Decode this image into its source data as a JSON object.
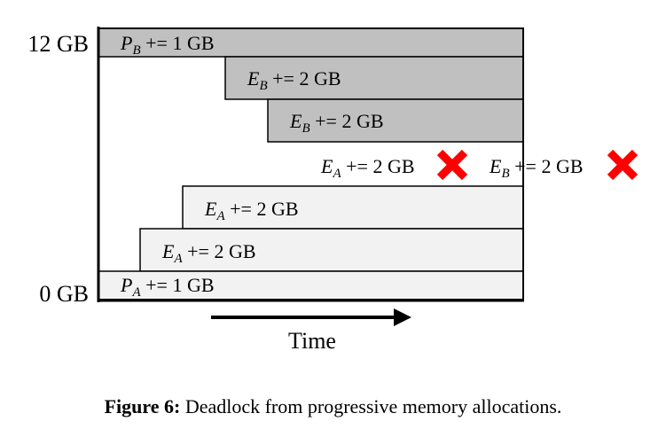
{
  "axis": {
    "top_label": "12 GB",
    "bottom_label": "0 GB",
    "time_label": "Time"
  },
  "colors": {
    "process_b_fill": "#c0c0c0",
    "process_a_fill": "#f2f2f2",
    "outline": "#000000",
    "failure_mark": "#ff0000"
  },
  "allocations": [
    {
      "var": "P",
      "sub": "B",
      "op": " += 1 GB",
      "owner": "B",
      "row": 0
    },
    {
      "var": "E",
      "sub": "B",
      "op": " += 2 GB",
      "owner": "B",
      "row": 1
    },
    {
      "var": "E",
      "sub": "B",
      "op": " += 2 GB",
      "owner": "B",
      "row": 2
    },
    {
      "var": "E",
      "sub": "A",
      "op": " += 2 GB",
      "owner": "A",
      "row": 4
    },
    {
      "var": "E",
      "sub": "A",
      "op": " += 2 GB",
      "owner": "A",
      "row": 5
    },
    {
      "var": "P",
      "sub": "A",
      "op": " += 1 GB",
      "owner": "A",
      "row": 6
    }
  ],
  "failed_requests": [
    {
      "var": "E",
      "sub": "A",
      "op": " += 2 GB"
    },
    {
      "var": "E",
      "sub": "B",
      "op": " += 2 GB"
    }
  ],
  "caption": {
    "label": "Figure 6:",
    "text": " Deadlock from progressive memory allocations."
  }
}
